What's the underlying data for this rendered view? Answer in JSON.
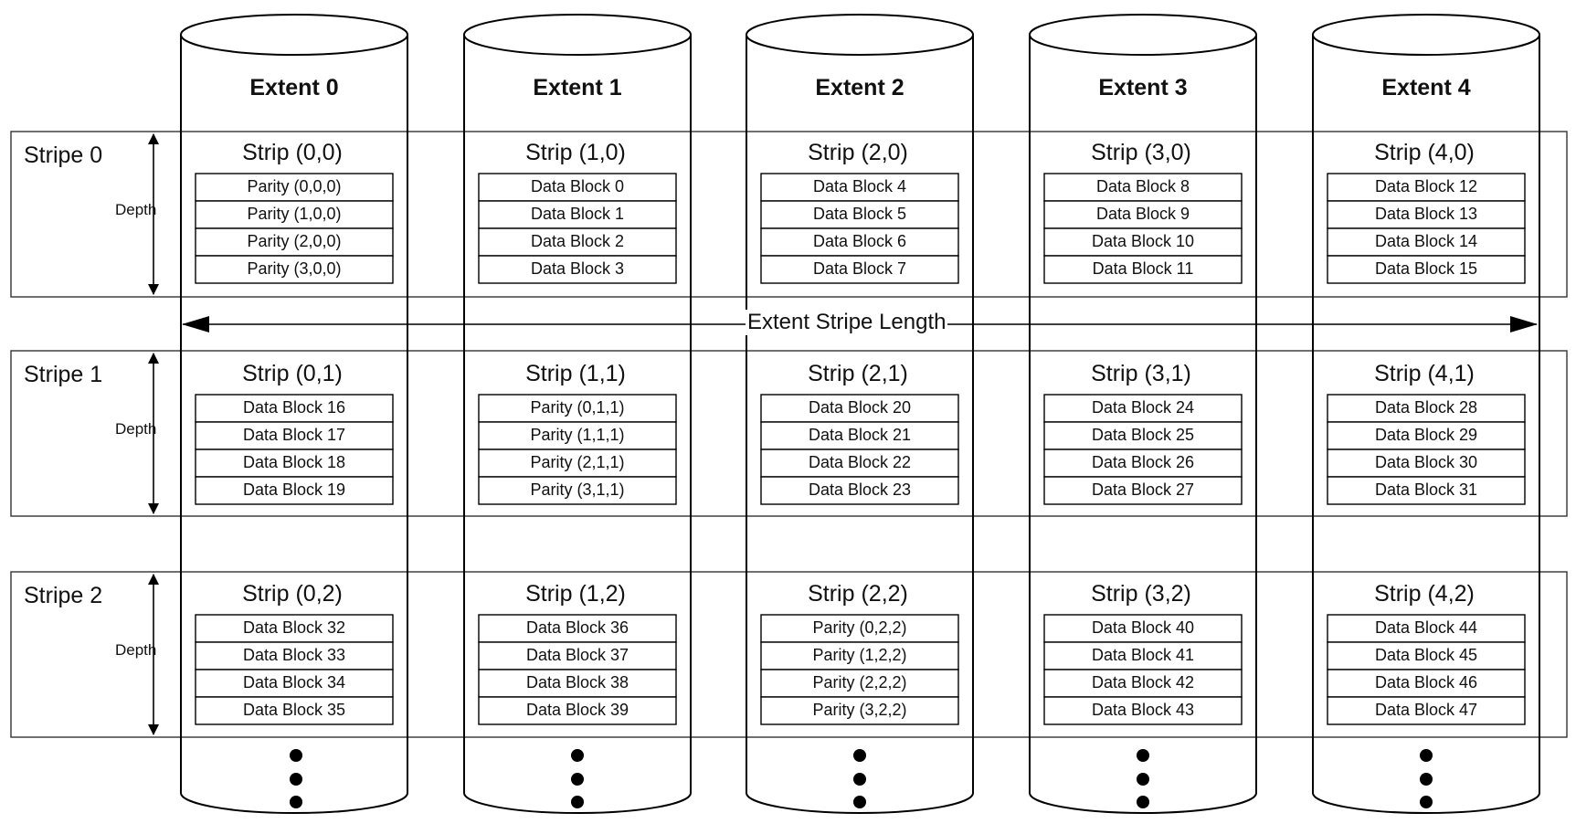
{
  "extents": [
    "Extent 0",
    "Extent 1",
    "Extent 2",
    "Extent 3",
    "Extent 4"
  ],
  "stripes": [
    {
      "label": "Stripe 0",
      "depth_label": "Depth",
      "strips": [
        {
          "title": "Strip (0,0)",
          "blocks": [
            "Parity (0,0,0)",
            "Parity (1,0,0)",
            "Parity (2,0,0)",
            "Parity (3,0,0)"
          ]
        },
        {
          "title": "Strip (1,0)",
          "blocks": [
            "Data Block 0",
            "Data Block 1",
            "Data Block 2",
            "Data Block 3"
          ]
        },
        {
          "title": "Strip (2,0)",
          "blocks": [
            "Data Block 4",
            "Data Block 5",
            "Data Block 6",
            "Data Block 7"
          ]
        },
        {
          "title": "Strip (3,0)",
          "blocks": [
            "Data Block 8",
            "Data Block 9",
            "Data Block 10",
            "Data Block 11"
          ]
        },
        {
          "title": "Strip (4,0)",
          "blocks": [
            "Data Block 12",
            "Data Block 13",
            "Data Block 14",
            "Data Block 15"
          ]
        }
      ]
    },
    {
      "label": "Stripe 1",
      "depth_label": "Depth",
      "strips": [
        {
          "title": "Strip (0,1)",
          "blocks": [
            "Data Block 16",
            "Data Block 17",
            "Data Block 18",
            "Data Block 19"
          ]
        },
        {
          "title": "Strip (1,1)",
          "blocks": [
            "Parity (0,1,1)",
            "Parity (1,1,1)",
            "Parity (2,1,1)",
            "Parity (3,1,1)"
          ]
        },
        {
          "title": "Strip (2,1)",
          "blocks": [
            "Data Block 20",
            "Data Block 21",
            "Data Block 22",
            "Data Block 23"
          ]
        },
        {
          "title": "Strip (3,1)",
          "blocks": [
            "Data Block 24",
            "Data Block 25",
            "Data Block 26",
            "Data Block 27"
          ]
        },
        {
          "title": "Strip (4,1)",
          "blocks": [
            "Data Block 28",
            "Data Block 29",
            "Data Block 30",
            "Data Block 31"
          ]
        }
      ]
    },
    {
      "label": "Stripe 2",
      "depth_label": "Depth",
      "strips": [
        {
          "title": "Strip (0,2)",
          "blocks": [
            "Data Block 32",
            "Data Block 33",
            "Data Block 34",
            "Data Block 35"
          ]
        },
        {
          "title": "Strip (1,2)",
          "blocks": [
            "Data Block 36",
            "Data Block 37",
            "Data Block 38",
            "Data Block 39"
          ]
        },
        {
          "title": "Strip (2,2)",
          "blocks": [
            "Parity (0,2,2)",
            "Parity (1,2,2)",
            "Parity (2,2,2)",
            "Parity (3,2,2)"
          ]
        },
        {
          "title": "Strip (3,2)",
          "blocks": [
            "Data Block 40",
            "Data Block 41",
            "Data Block 42",
            "Data Block 43"
          ]
        },
        {
          "title": "Strip (4,2)",
          "blocks": [
            "Data Block 44",
            "Data Block 45",
            "Data Block 46",
            "Data Block 47"
          ]
        }
      ]
    }
  ],
  "extent_stripe_length_label": "Extent Stripe Length",
  "continuation_icon": "vertical-ellipsis-icon"
}
